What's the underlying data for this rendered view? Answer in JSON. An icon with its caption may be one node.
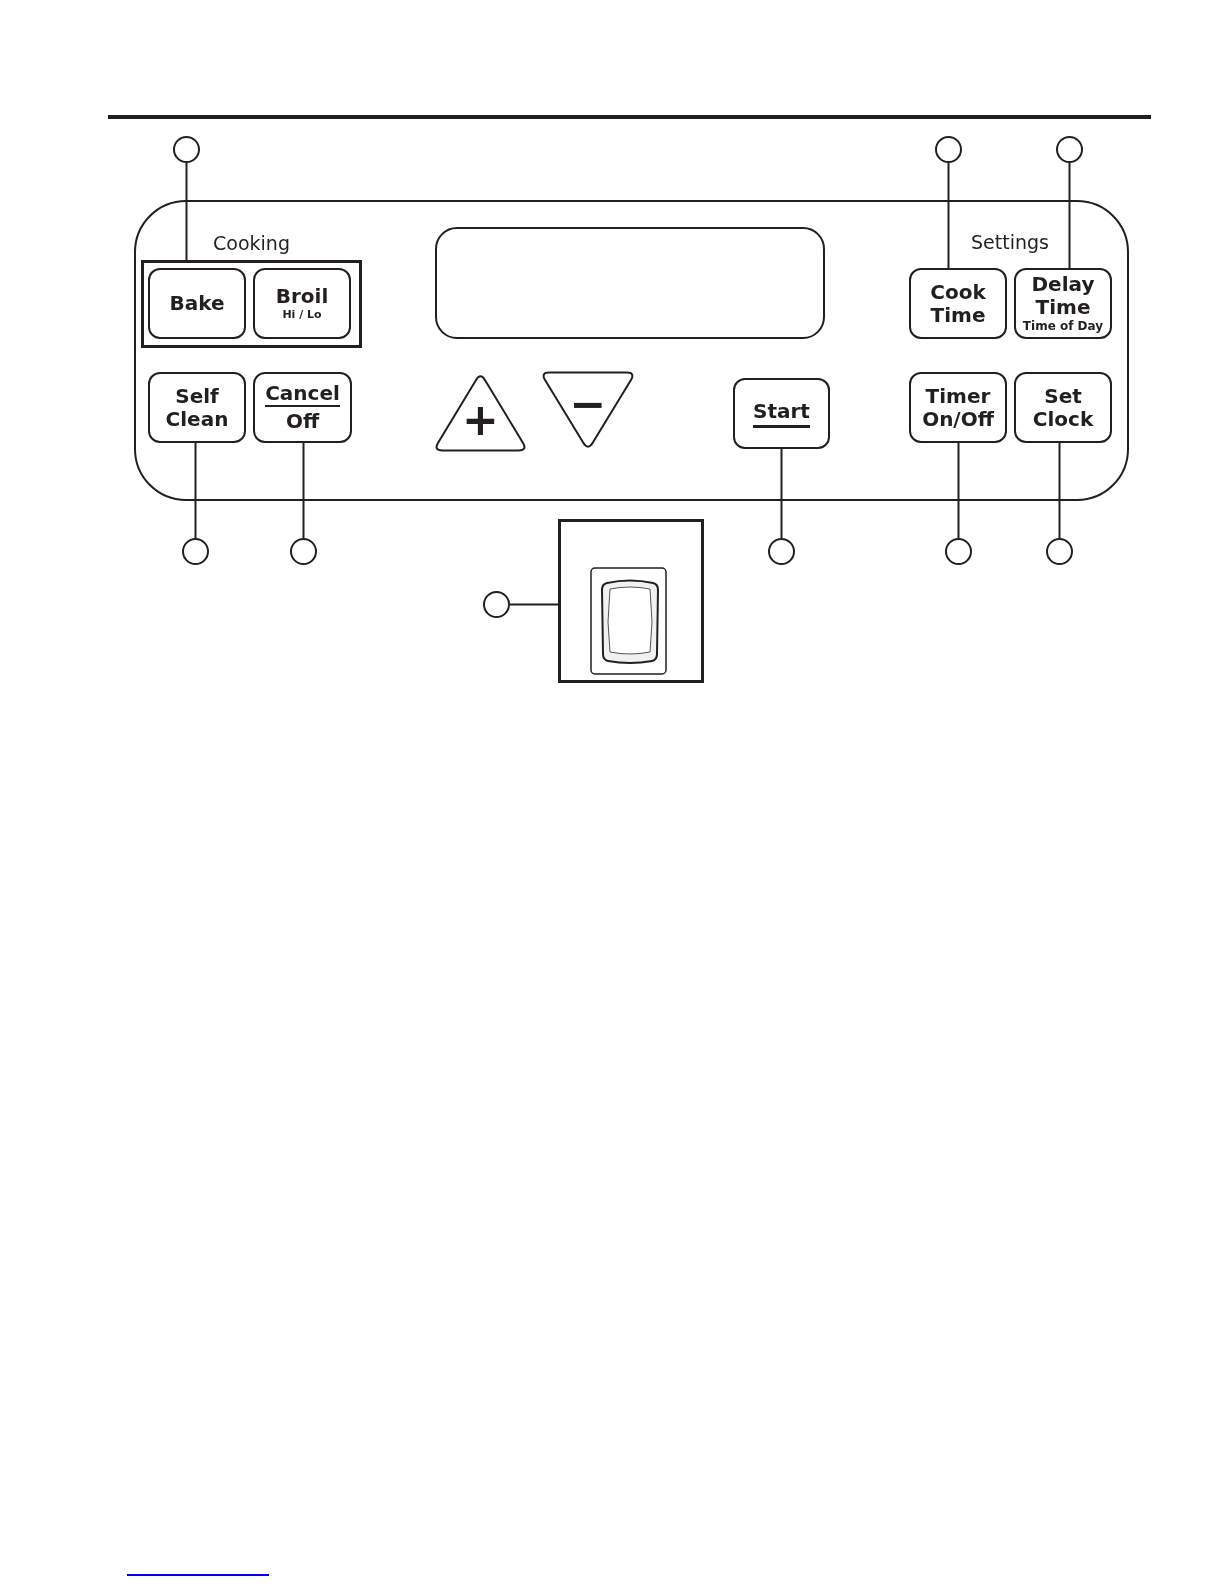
{
  "diagram": {
    "nodes": [
      {
        "text": [],
        "shape": "circle"
      },
      {
        "text": [],
        "shape": "circle"
      },
      {
        "text": [],
        "shape": "circle"
      },
      {
        "text": [],
        "shape": "box"
      },
      {
        "text": [
          "Cooking"
        ],
        "in": 3
      },
      {
        "text": [
          "Bake"
        ],
        "in": 4
      },
      {
        "text": [
          "Broil",
          "Hi / Lo"
        ],
        "in": 4
      },
      {
        "text": [],
        "shape": "box",
        "in": 3
      },
      {
        "text": [
          "Cook Time"
        ],
        "in": 3
      },
      {
        "text": [
          "Delay Time",
          "Time of Day"
        ],
        "in": 3
      },
      {
        "text": [
          "Self Clean"
        ],
        "in": 3
      },
      {
        "text": [
          "Cancel",
          "Off"
        ],
        "in": 3
      },
      {
        "text": [
          "+"
        ],
        "in": 3
      },
      {
        "text": [
          "−"
        ],
        "in": 3
      },
      {
        "text": [
          "Start"
        ],
        "in": 3
      },
      {
        "text": [
          "Timer On/Off"
        ],
        "in": 3
      },
      {
        "text": [
          "Set Clock"
        ],
        "in": 3
      },
      {
        "text": [],
        "shape": "circle"
      },
      {
        "text": [],
        "shape": "circle"
      },
      {
        "text": [],
        "shape": "circle"
      },
      {
        "text": [],
        "shape": "circle"
      },
      {
        "text": [],
        "shape": "circle"
      },
      {
        "text": [],
        "shape": "circle"
      },
      {
        "text": [],
        "shape": "picture"
      }
    ],
    "edges": [
      {
        "from": 0,
        "to": 4,
        "arrow": "none"
      },
      {
        "from": 1,
        "to": 8,
        "arrow": "none"
      },
      {
        "from": 2,
        "to": 9,
        "arrow": "none"
      },
      {
        "from": 17,
        "to": 10,
        "arrow": "none"
      },
      {
        "from": 18,
        "to": 11,
        "arrow": "none"
      },
      {
        "from": 19,
        "to": 14,
        "arrow": "none"
      },
      {
        "from": 20,
        "to": 15,
        "arrow": "none"
      },
      {
        "from": 21,
        "to": 16,
        "arrow": "none"
      },
      {
        "from": 22,
        "to": 23,
        "arrow": "none"
      }
    ],
    "labels": [
      "Settings"
    ]
  }
}
